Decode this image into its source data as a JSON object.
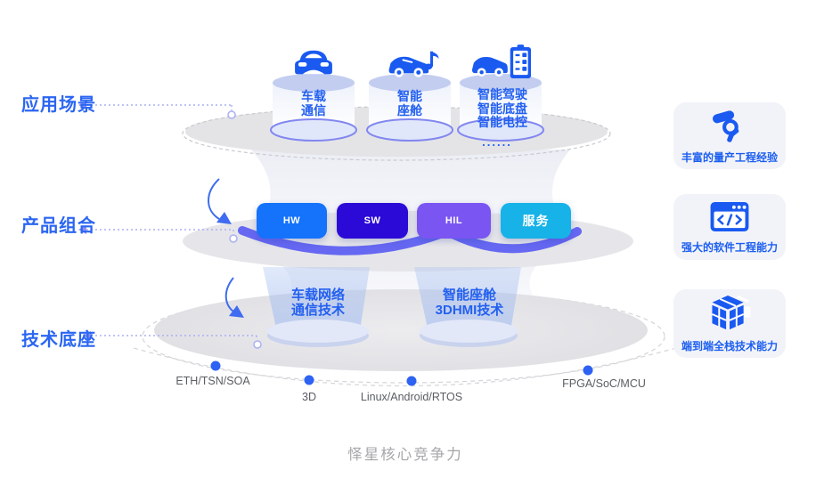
{
  "title_caption": "怿星核心竞争力",
  "accent": {
    "label_blue": "#2b66f2",
    "icon_blue": "#1a5af0",
    "dot_blue": "#2e62f3",
    "connector_purple": "#aab0f2",
    "gray_text": "#5a5e63",
    "caption_gray": "#a6a6a9"
  },
  "tiers": [
    {
      "label": "应用场景"
    },
    {
      "label": "产品组合"
    },
    {
      "label": "技术底座"
    }
  ],
  "scenarios": {
    "items": [
      {
        "icon": "car-front-icon",
        "label": "车载\n通信"
      },
      {
        "icon": "car-music-icon",
        "label": "智能\n座舱"
      },
      {
        "icon": "car-checklist-icon",
        "label": "智能驾驶\n智能底盘\n智能电控",
        "more": "......"
      }
    ]
  },
  "products": {
    "buttons": [
      {
        "label": "HW",
        "color": "#1472fb"
      },
      {
        "label": "SW",
        "color": "#2b0ad7"
      },
      {
        "label": "HIL",
        "color": "#7a55f2"
      },
      {
        "label": "服务",
        "color": "#17b2e8"
      }
    ]
  },
  "technologies": {
    "beams": [
      {
        "label": "车载网络\n通信技术"
      },
      {
        "label": "智能座舱\n3DHMI技术"
      }
    ],
    "foundation": [
      {
        "label": "ETH/TSN/SOA"
      },
      {
        "label": "3D"
      },
      {
        "label": "Linux/Android/RTOS"
      },
      {
        "label": "FPGA/SoC/MCU"
      }
    ]
  },
  "strengths": [
    {
      "icon": "keys-icon",
      "label": "丰富的量产工程经验"
    },
    {
      "icon": "code-window-icon",
      "label": "强大的软件工程能力"
    },
    {
      "icon": "cube-icon",
      "label": "端到端全栈技术能力"
    }
  ]
}
